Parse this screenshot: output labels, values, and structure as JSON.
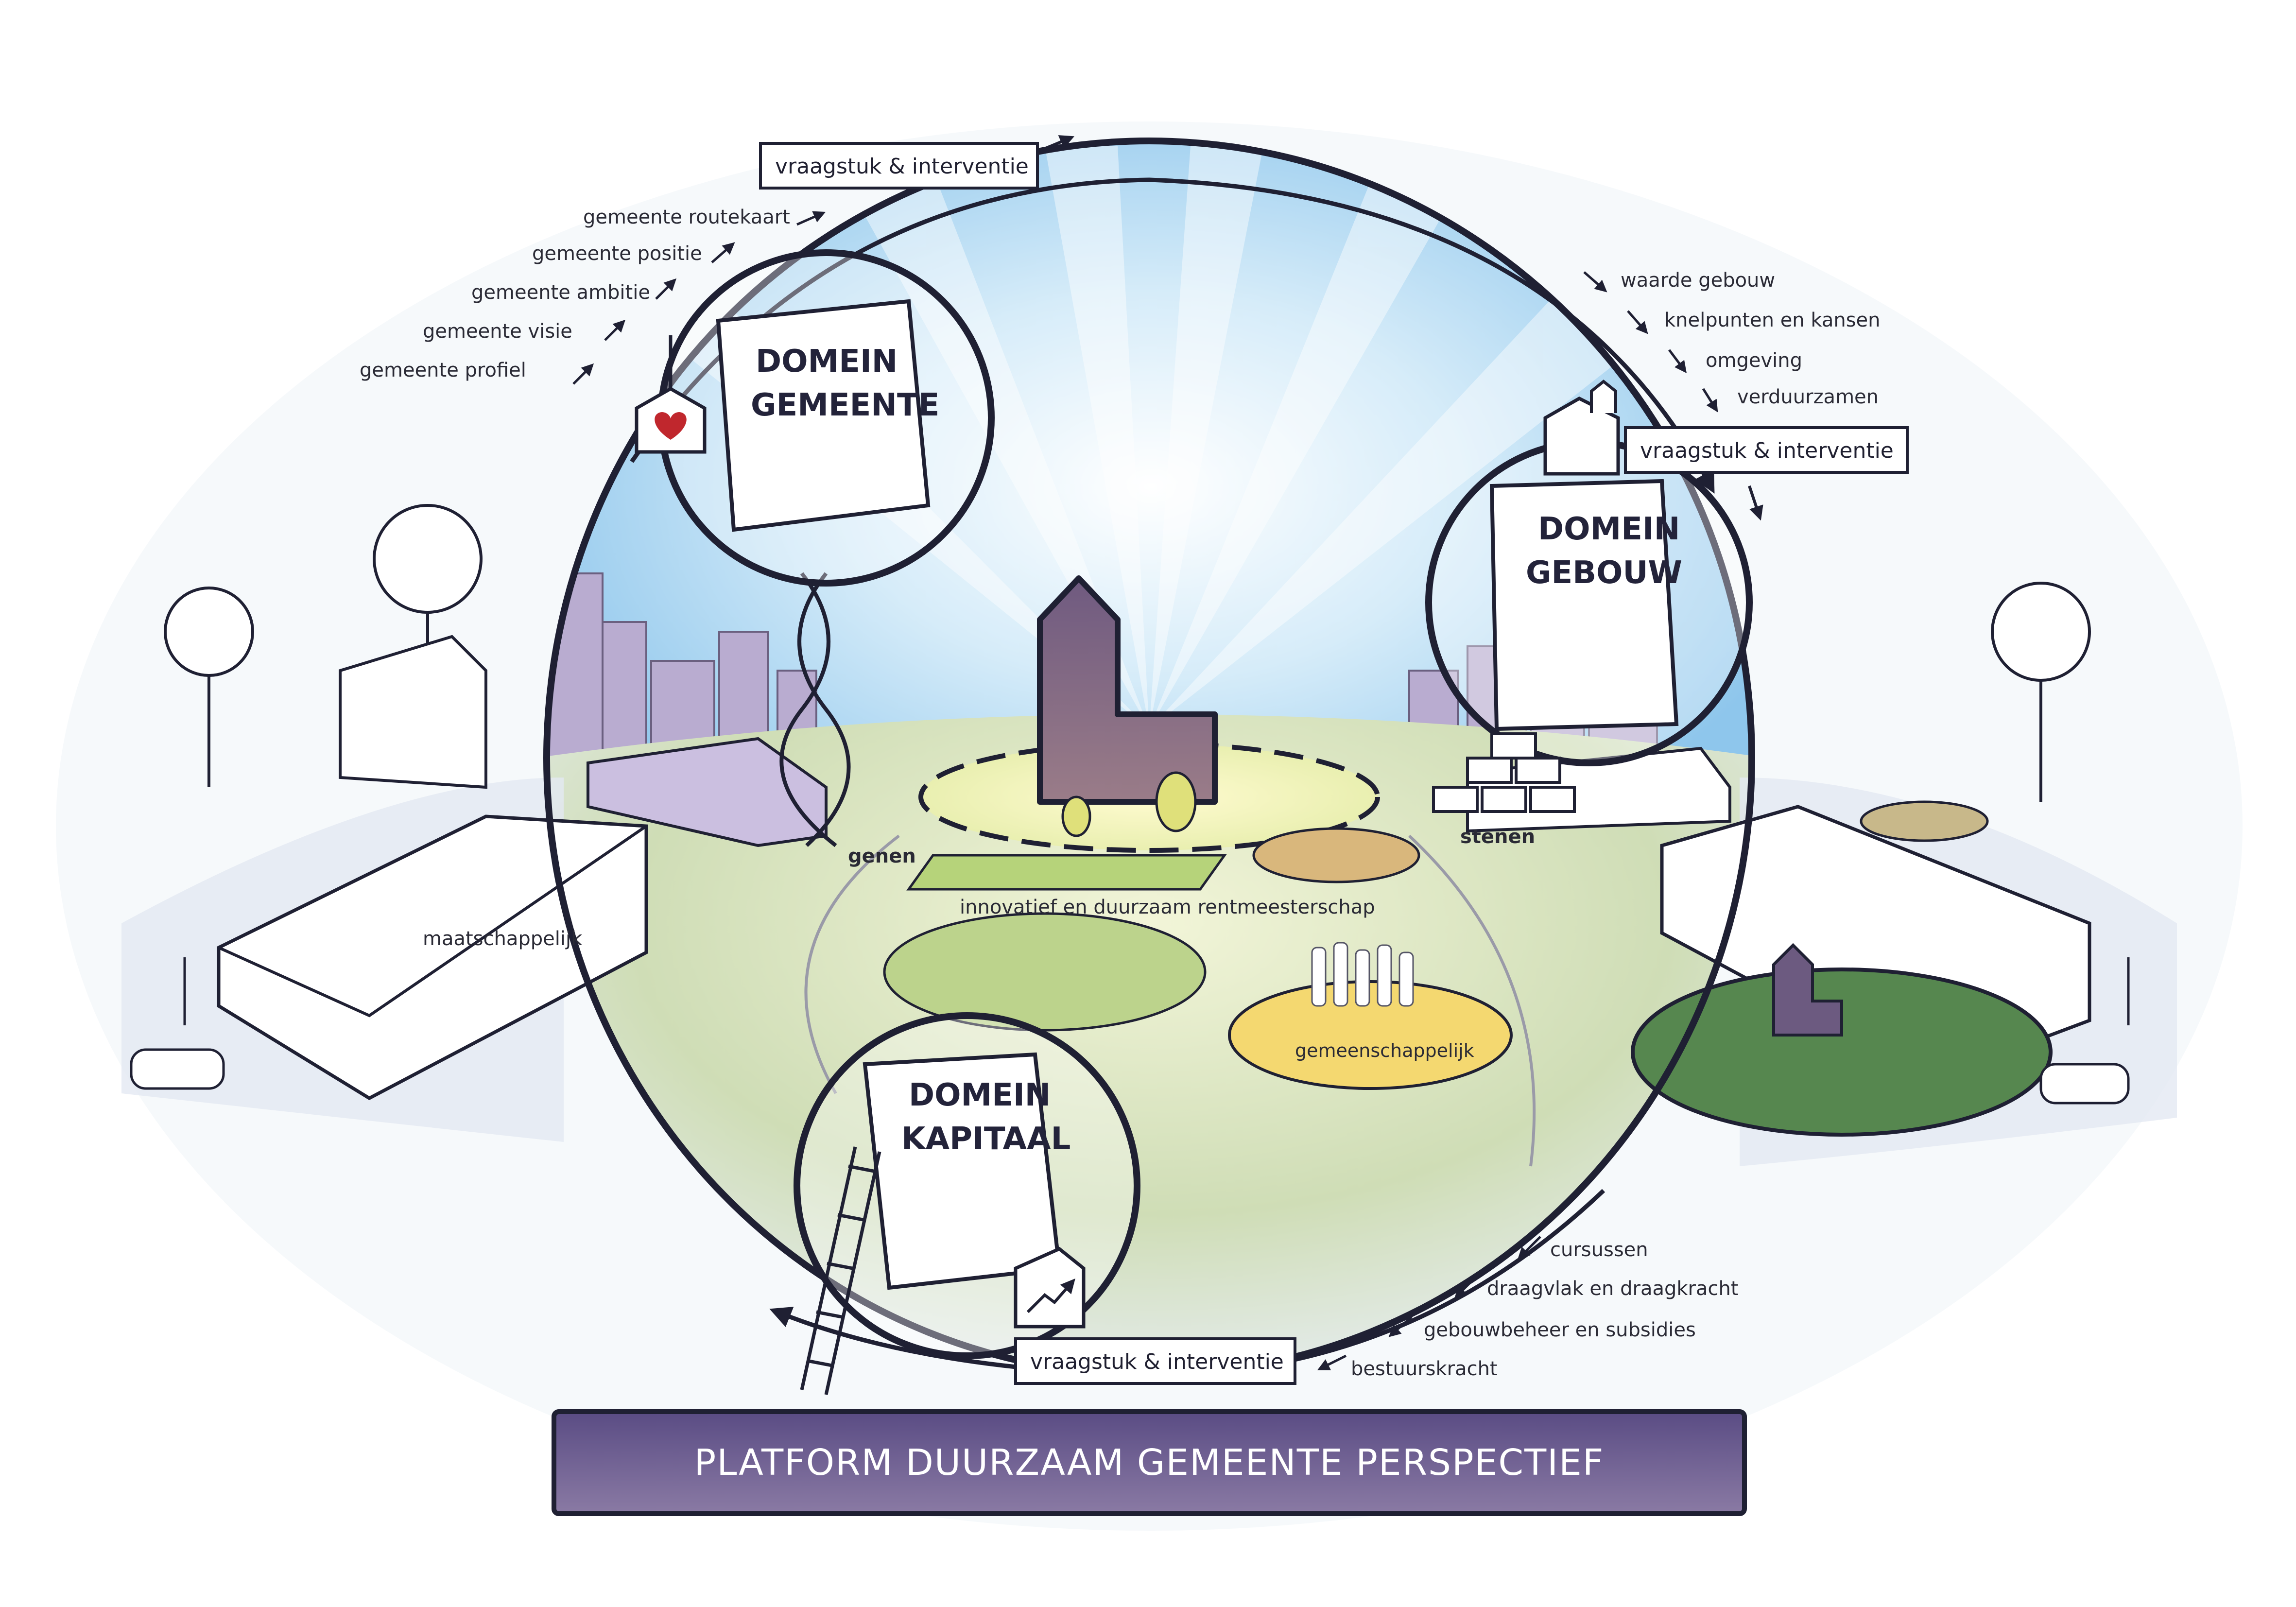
{
  "title": "PLATFORM DUURZAAM GEMEENTE PERSPECTIEF",
  "colors": {
    "accent_purple": "#5e4f86",
    "building_purple": "#7a6582",
    "sky_blue": "#bcdff5",
    "grass_green": "#cfe0b8",
    "table_green": "#56874f",
    "yellow_area": "#f4d870",
    "heart_red": "#c0272d",
    "outline": "#1f2033"
  },
  "interventions": {
    "top": "vraagstuk & interventie",
    "right": "vraagstuk & interventie",
    "bottom": "vraagstuk & interventie"
  },
  "domains": {
    "gemeente": {
      "line1": "DOMEIN",
      "line2": "GEMEENTE",
      "icon": "heart-house-icon"
    },
    "gebouw": {
      "line1": "DOMEIN",
      "line2": "GEBOUW",
      "icon": "house-icon"
    },
    "kapitaal": {
      "line1": "DOMEIN",
      "line2": "KAPITAAL",
      "icon": "growth-chart-icon"
    }
  },
  "gemeente_steps": [
    "gemeente  routekaart",
    "gemeente positie",
    "gemeente ambitie",
    "gemeente visie",
    "gemeente profiel"
  ],
  "gebouw_steps": [
    "waarde gebouw",
    "knelpunten en kansen",
    "omgeving",
    "verduurzamen"
  ],
  "kapitaal_steps": [
    "cursussen",
    "draagvlak en draagkracht",
    "gebouwbeheer en subsidies",
    "bestuurskracht"
  ],
  "scene_labels": {
    "genen": "genen",
    "stenen": "stenen",
    "rentmeesterschap": "innovatief en duurzaam rentmeesterschap",
    "maatschappelijk": "maatschappelijk",
    "gemeenschappelijk": "gemeenschappelijk"
  }
}
